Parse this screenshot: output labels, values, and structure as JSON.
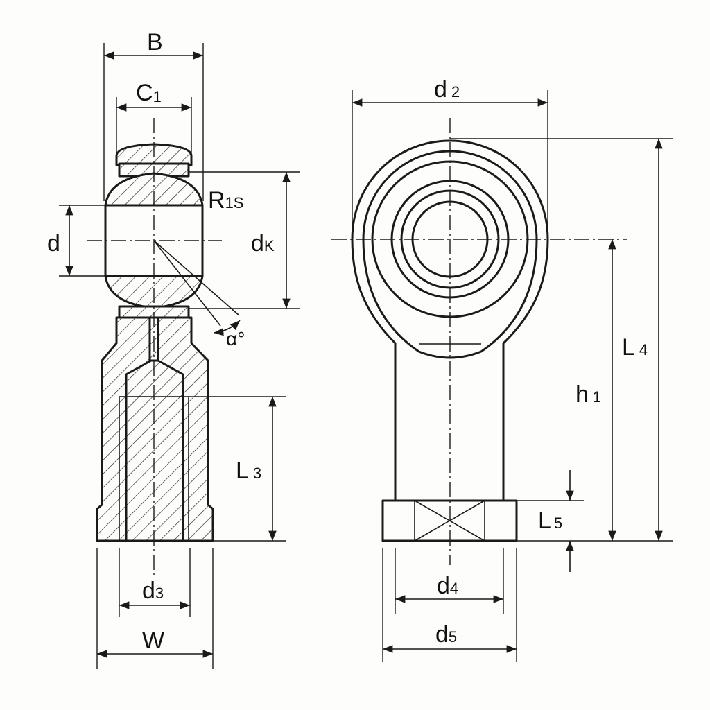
{
  "labels": {
    "B": {
      "main": "B",
      "sub": ""
    },
    "C1": {
      "main": "C",
      "sub": "1"
    },
    "R1s": {
      "main": "R",
      "sub": "1S"
    },
    "d": {
      "main": "d",
      "sub": ""
    },
    "dk": {
      "main": "d",
      "sub": "K"
    },
    "alpha": {
      "main": "α°",
      "sub": ""
    },
    "L3": {
      "main": "L",
      "sub": "3"
    },
    "d3": {
      "main": "d",
      "sub": "3"
    },
    "W": {
      "main": "W",
      "sub": ""
    },
    "d2": {
      "main": "d",
      "sub": "2"
    },
    "L4": {
      "main": "L",
      "sub": "4"
    },
    "h1": {
      "main": "h",
      "sub": "1"
    },
    "L5": {
      "main": "L",
      "sub": "5"
    },
    "d4": {
      "main": "d",
      "sub": "4"
    },
    "d5": {
      "main": "d",
      "sub": "5"
    }
  }
}
